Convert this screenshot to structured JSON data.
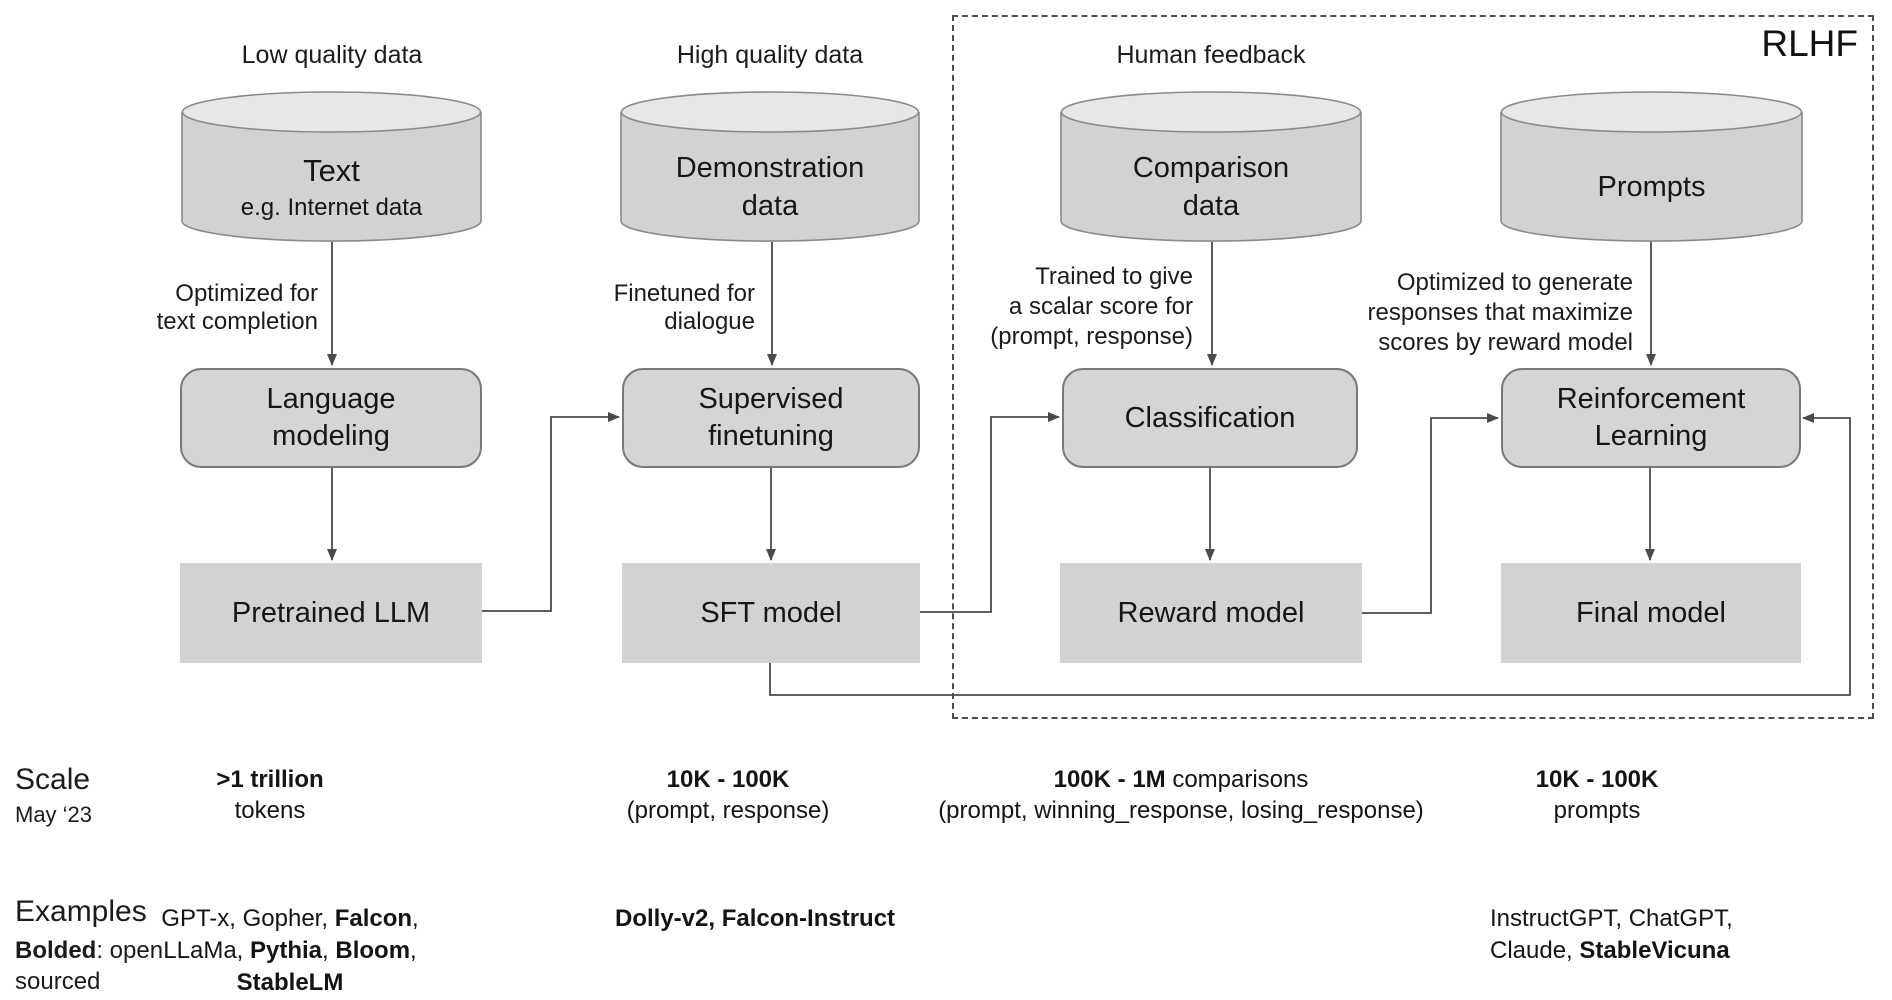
{
  "rlhf_box_label": "RLHF",
  "side": {
    "scale_title": "Scale",
    "scale_date": "May ‘23",
    "examples_title": "Examples",
    "examples_legend_line1": [
      {
        "t": "Bolded",
        "b": true
      },
      {
        "t": ": open",
        "b": false
      }
    ],
    "examples_legend_line2": "sourced"
  },
  "columns": [
    {
      "top_label": "Low quality data",
      "db_line1": "Text",
      "db_line2": "e.g. Internet data",
      "arrow_note": [
        "Optimized for",
        "text completion"
      ],
      "process_line1": "Language",
      "process_line2": "modeling",
      "model": "Pretrained LLM",
      "scale_line1": [
        {
          "t": ">1 trillion",
          "b": true
        }
      ],
      "scale_line2": "tokens",
      "examples": [
        [
          {
            "t": "GPT-x, Gopher, ",
            "b": false
          },
          {
            "t": "Falcon",
            "b": true
          },
          {
            "t": ",",
            "b": false
          }
        ],
        [
          {
            "t": "LLaMa, ",
            "b": false
          },
          {
            "t": "Pythia",
            "b": true
          },
          {
            "t": ", ",
            "b": false
          },
          {
            "t": "Bloom",
            "b": true
          },
          {
            "t": ",",
            "b": false
          }
        ],
        [
          {
            "t": "StableLM",
            "b": true
          }
        ]
      ]
    },
    {
      "top_label": "High quality data",
      "db_line1": "Demonstration",
      "db_line2": "data",
      "arrow_note": [
        "Finetuned for",
        "dialogue"
      ],
      "process_line1": "Supervised",
      "process_line2": "finetuning",
      "model": "SFT model",
      "scale_line1": [
        {
          "t": "10K - 100K",
          "b": true
        }
      ],
      "scale_line2": "(prompt, response)",
      "examples": [
        [
          {
            "t": "Dolly-v2, Falcon-Instruct",
            "b": true
          }
        ]
      ]
    },
    {
      "top_label": "Human feedback",
      "db_line1": "Comparison",
      "db_line2": "data",
      "arrow_note": [
        "Trained to give",
        "a scalar score for",
        "(prompt, response)"
      ],
      "process_line1": "Classification",
      "process_line2": "",
      "model": "Reward model",
      "scale_line1": [
        {
          "t": "100K - 1M",
          "b": true
        },
        {
          "t": " comparisons",
          "b": false
        }
      ],
      "scale_line2": "(prompt, winning_response, losing_response)",
      "examples": []
    },
    {
      "top_label": "",
      "db_line1": "Prompts",
      "db_line2": "",
      "arrow_note": [
        "Optimized to generate",
        "responses that maximize",
        "scores by reward model"
      ],
      "process_line1": "Reinforcement",
      "process_line2": "Learning",
      "model": "Final model",
      "scale_line1": [
        {
          "t": "10K - 100K",
          "b": true
        }
      ],
      "scale_line2": "prompts",
      "examples": [
        [
          {
            "t": "InstructGPT, ChatGPT,",
            "b": false
          }
        ],
        [
          {
            "t": "Claude, ",
            "b": false
          },
          {
            "t": "StableVicuna",
            "b": true
          }
        ]
      ]
    }
  ]
}
